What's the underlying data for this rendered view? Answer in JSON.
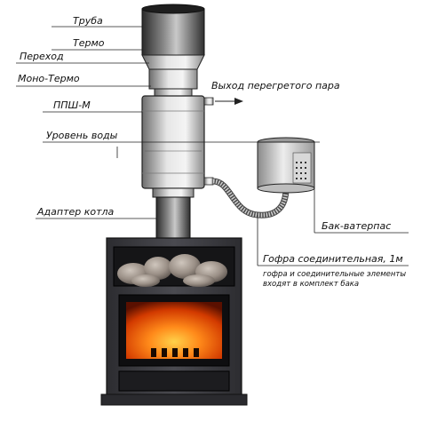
{
  "labels": {
    "pipe": "Труба",
    "termo": "Термо",
    "transition": "Переход",
    "mono_termo": "Моно-Термо",
    "steam_outlet": "Выход перегретого пара",
    "psh": "ППШ-М",
    "water_level": "Уровень воды",
    "boiler_adapter": "Адаптер котла",
    "tank": "Бак-ватерпас",
    "hose": "Гофра соединительная, 1м",
    "note_line1": "гофра и соединительные элементы",
    "note_line2": "входят в комплект бака"
  },
  "colors": {
    "steel_dark": "#3a3a3a",
    "steel_light": "#d9d9d9",
    "stove_body": "#3c3c40",
    "fire_orange": "#ff7a1a",
    "fire_red": "#c42a00",
    "stone": "#9a8f86"
  }
}
